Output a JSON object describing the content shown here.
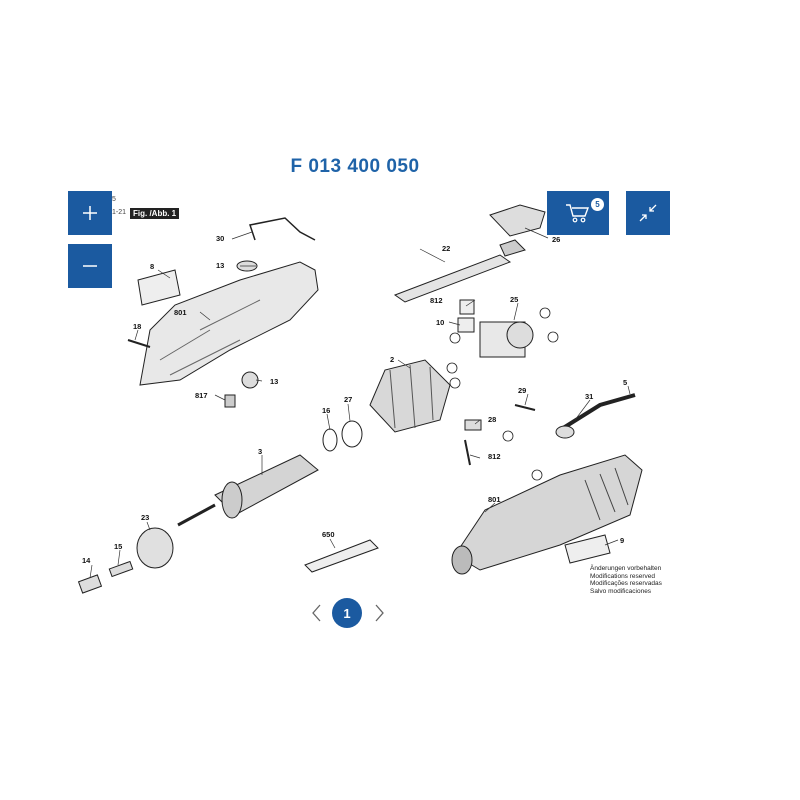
{
  "header": {
    "title": "F 013 400 050"
  },
  "toolbar": {
    "zoom_in_icon": "plus-icon",
    "zoom_out_icon": "minus-icon",
    "cart_icon": "cart-icon",
    "cart_count": "5",
    "collapse_icon": "collapse-arrows-icon"
  },
  "sidebar_fragments": {
    "top": "5",
    "second": "1-21"
  },
  "figure": {
    "tag": "Fig. /Abb. 1",
    "part_labels": [
      "30",
      "22",
      "26",
      "8",
      "13",
      "801",
      "812",
      "25",
      "18",
      "10",
      "2",
      "817",
      "13",
      "16",
      "27",
      "29",
      "31",
      "5",
      "28",
      "3",
      "812",
      "801",
      "9",
      "23",
      "650",
      "14",
      "15"
    ],
    "note_lines": [
      "Änderungen vorbehalten",
      "Modifications reserved",
      "Modificações reservadas",
      "Salvo modificaciones"
    ]
  },
  "pager": {
    "current": "1",
    "prev_icon": "chevron-left-icon",
    "next_icon": "chevron-right-icon"
  }
}
